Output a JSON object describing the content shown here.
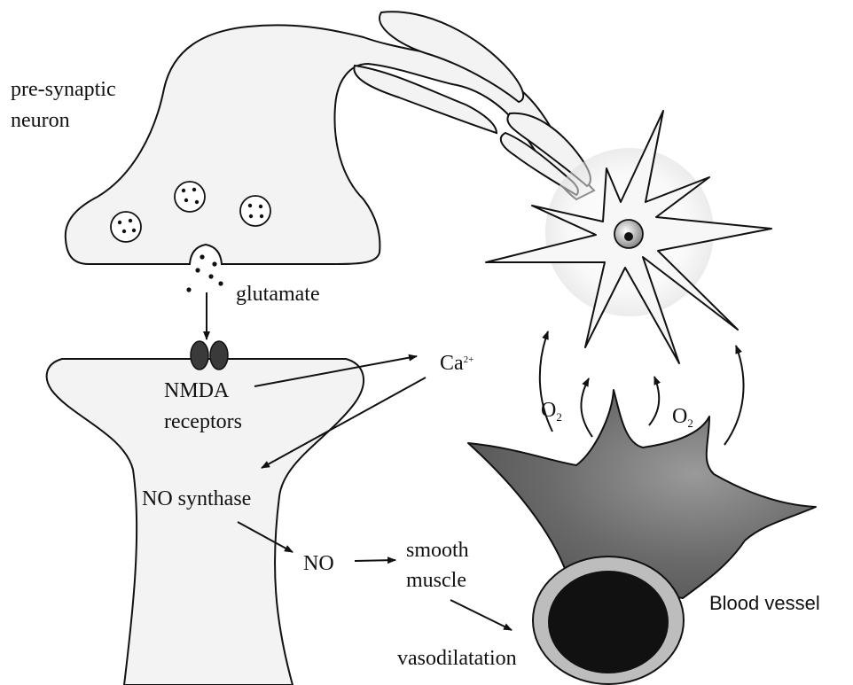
{
  "labels": {
    "presynaptic_line1": "pre-synaptic",
    "presynaptic_line2": "neuron",
    "glutamate": "glutamate",
    "nmda_line1": "NMDA",
    "nmda_line2": "receptors",
    "calcium": "Ca",
    "calcium_charge": "2+",
    "no_synthase": "NO synthase",
    "no": "NO",
    "smooth_line1": "smooth",
    "smooth_line2": "muscle",
    "vasodilatation": "vasodilatation",
    "oxygen_left": "O",
    "oxygen_left_sub": "2",
    "oxygen_right": "O",
    "oxygen_right_sub": "2",
    "blood_vessel": "Blood vessel"
  },
  "colors": {
    "cell_fill": "#f3f3f3",
    "outline": "#111111",
    "receptor_fill": "#3a3a3a",
    "astrocyte_fill": "#6e6e6e",
    "vessel_wall": "#bdbdbd",
    "vessel_lumen": "#111111"
  }
}
